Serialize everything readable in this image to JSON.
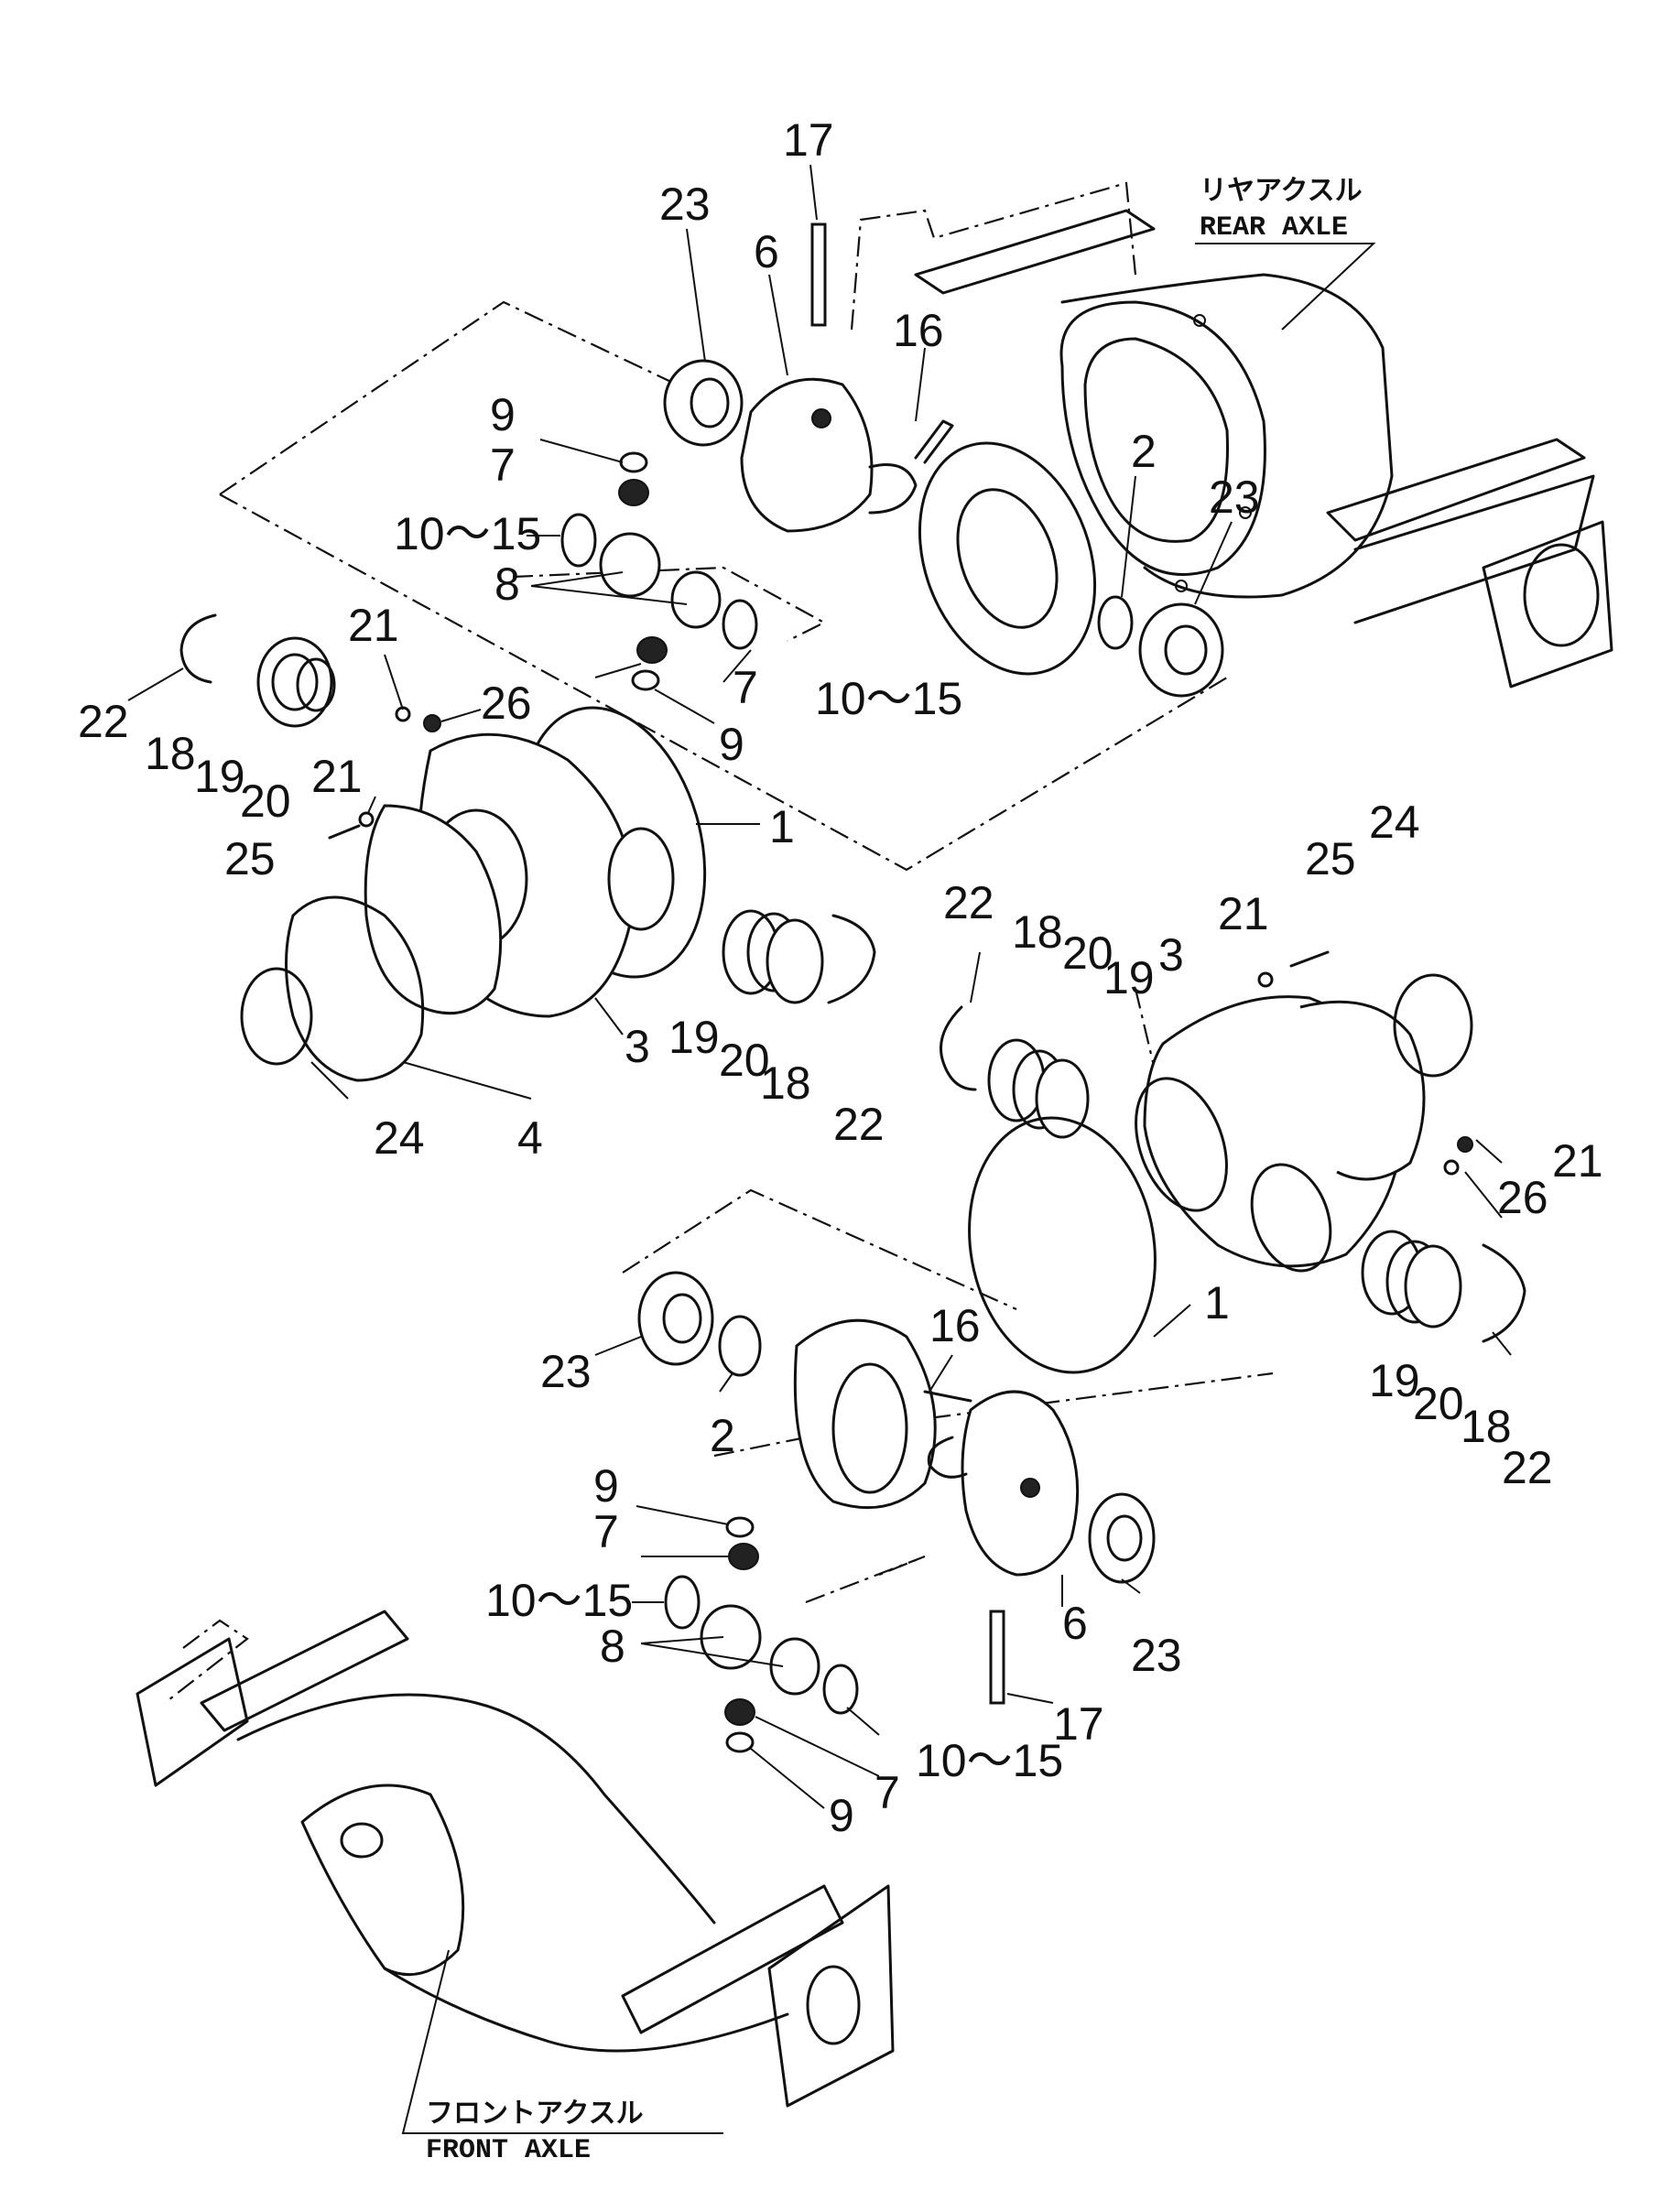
{
  "axle_labels": {
    "rear_ja": "リヤアクスル",
    "rear_en": "REAR AXLE",
    "front_ja": "フロントアクスル",
    "front_en": "FRONT AXLE"
  },
  "callouts": {
    "rear_17": "17",
    "rear_23a": "23",
    "rear_6": "6",
    "rear_16": "16",
    "rear_9a": "9",
    "rear_7a": "7",
    "rear_10_15a": "10～15",
    "rear_8": "8",
    "rear_2": "2",
    "rear_23b": "23",
    "rear_7b": "7",
    "rear_10_15b": "10～15",
    "rear_9b": "9",
    "left_22a": "22",
    "left_18a": "18",
    "left_19a": "19",
    "left_20a": "20",
    "left_21a": "21",
    "left_26": "26",
    "left_21b": "21",
    "left_25": "25",
    "left_1": "1",
    "left_3": "3",
    "left_24": "24",
    "left_4": "4",
    "left_19b": "19",
    "left_20b": "20",
    "left_18b": "18",
    "left_22b": "22",
    "right_22a": "22",
    "right_18a": "18",
    "right_20a": "20",
    "right_19a": "19",
    "right_3": "3",
    "right_21a": "21",
    "right_25": "25",
    "right_24": "24",
    "right_21b": "21",
    "right_26": "26",
    "right_1": "1",
    "right_19b": "19",
    "right_20b": "20",
    "right_18b": "18",
    "right_22b": "22",
    "front_23a": "23",
    "front_2": "2",
    "front_16": "16",
    "front_9a": "9",
    "front_7a": "7",
    "front_10_15a": "10～15",
    "front_8": "8",
    "front_6": "6",
    "front_23b": "23",
    "front_17": "17",
    "front_7b": "7",
    "front_10_15b": "10～15",
    "front_9b": "9"
  }
}
